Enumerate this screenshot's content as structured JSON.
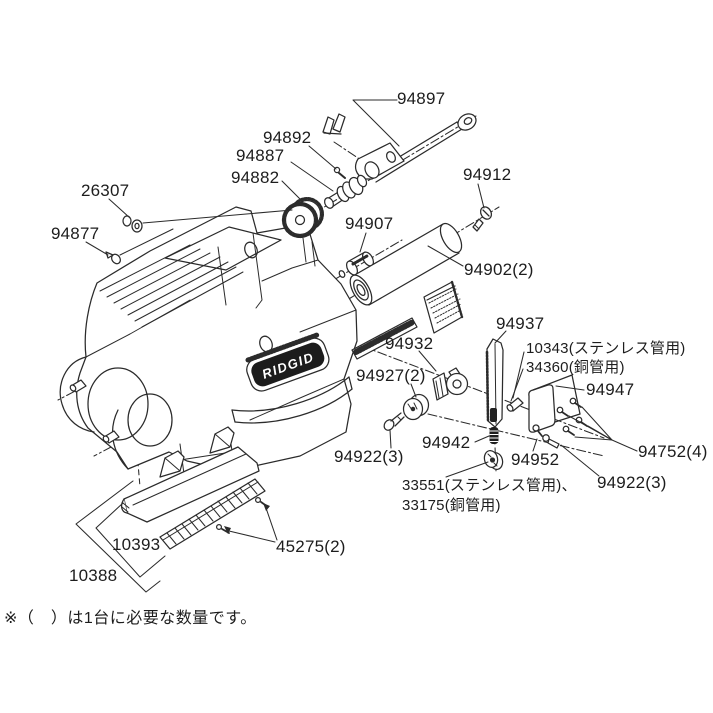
{
  "diagram": {
    "background": "#ffffff",
    "ink": "#2b2b2b",
    "brand_logo": "RIDGID",
    "footnote": "※（　）は1台に必要な数量です。",
    "labels": [
      {
        "id": "94897",
        "text": "94897"
      },
      {
        "id": "94892",
        "text": "94892"
      },
      {
        "id": "94887",
        "text": "94887"
      },
      {
        "id": "94882",
        "text": "94882"
      },
      {
        "id": "26307",
        "text": "26307"
      },
      {
        "id": "94877",
        "text": "94877"
      },
      {
        "id": "94912",
        "text": "94912"
      },
      {
        "id": "94907",
        "text": "94907"
      },
      {
        "id": "94902-2",
        "text": "94902(2)"
      },
      {
        "id": "94937",
        "text": "94937"
      },
      {
        "id": "10343",
        "text": "10343(ステンレス管用)"
      },
      {
        "id": "34360",
        "text": "34360(銅管用)"
      },
      {
        "id": "94947",
        "text": "94947"
      },
      {
        "id": "94932",
        "text": "94932"
      },
      {
        "id": "94927-2",
        "text": "94927(2)"
      },
      {
        "id": "94942",
        "text": "94942"
      },
      {
        "id": "94922-3-left",
        "text": "94922(3)"
      },
      {
        "id": "94952",
        "text": "94952"
      },
      {
        "id": "94752-4",
        "text": "94752(4)"
      },
      {
        "id": "94922-3-right",
        "text": "94922(3)"
      },
      {
        "id": "33551",
        "text": "33551(ステンレス管用)、"
      },
      {
        "id": "33175",
        "text": "33175(銅管用)"
      },
      {
        "id": "10393",
        "text": "10393"
      },
      {
        "id": "10388",
        "text": "10388"
      },
      {
        "id": "45275-2",
        "text": "45275(2)"
      }
    ]
  }
}
